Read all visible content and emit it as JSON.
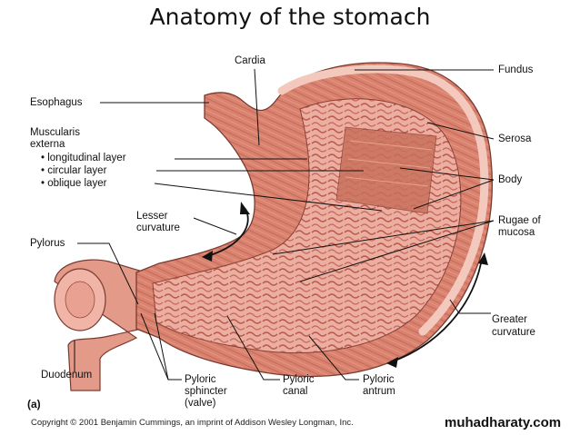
{
  "title": "Anatomy of the stomach",
  "labels": {
    "cardia": "Cardia",
    "fundus": "Fundus",
    "esophagus": "Esophagus",
    "muscularis_externa": [
      "Muscularis",
      "externa"
    ],
    "longitudinal_layer": "• longitudinal layer",
    "circular_layer": "• circular layer",
    "oblique_layer": "• oblique layer",
    "serosa": "Serosa",
    "body": "Body",
    "lesser_curvature": [
      "Lesser",
      "curvature"
    ],
    "rugae_of_mucosa": [
      "Rugae of",
      "mucosa"
    ],
    "pylorus": "Pylorus",
    "greater_curvature": [
      "Greater",
      "curvature"
    ],
    "duodenum": "Duodenum",
    "pyloric_sphincter": [
      "Pyloric",
      "sphincter",
      "(valve)"
    ],
    "pyloric_canal": [
      "Pyloric",
      "canal"
    ],
    "pyloric_antrum": [
      "Pyloric",
      "antrum"
    ]
  },
  "panel_label": "(a)",
  "copyright": "Copyright © 2001 Benjamin Cummings, an imprint of Addison Wesley Longman, Inc.",
  "watermark": "muhadharaty.com",
  "colors": {
    "muscle": "#d9826f",
    "muscle_dark": "#b45a4a",
    "mucosa": "#e8a99a",
    "serosa": "#f1c3b6",
    "leader": "#111111"
  }
}
